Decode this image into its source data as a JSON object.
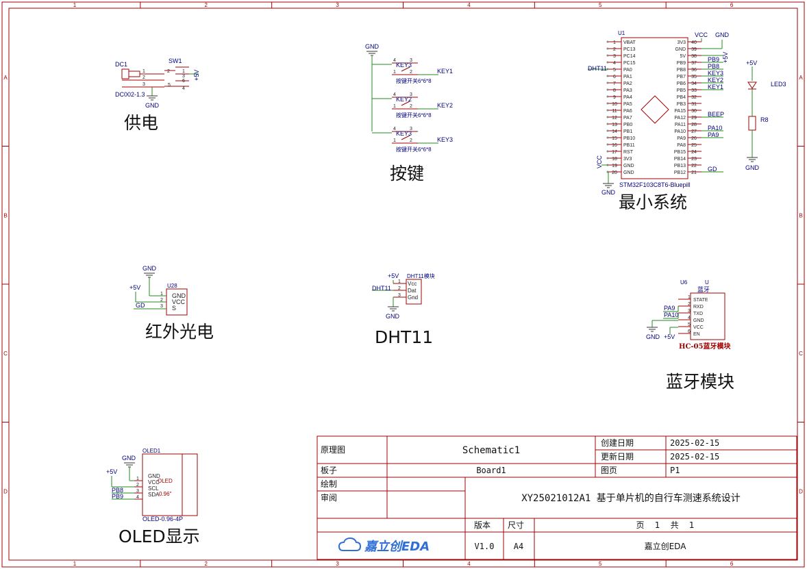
{
  "frame": {
    "columns": [
      "1",
      "2",
      "3",
      "4",
      "5",
      "6"
    ],
    "rows": [
      "A",
      "B",
      "C",
      "D"
    ]
  },
  "sections": {
    "power": "供电",
    "keys": "按键",
    "mcu": "最小系统",
    "ir": "红外光电",
    "dht": "DHT11",
    "bt": "蓝牙模块",
    "oled": "OLED显示"
  },
  "power_block": {
    "dc_ref": "DC1",
    "dc_part": "DC002-1.3",
    "sw_ref": "SW1",
    "gnd": "GND",
    "vcc": "+5V",
    "dc_pins": [
      "1",
      "2",
      "3"
    ],
    "sw_pins": [
      "2",
      "1",
      "3",
      "6",
      "5",
      "4"
    ]
  },
  "key_block": {
    "gnd": "GND",
    "keys": [
      {
        "ref": "KEY3",
        "net": "KEY1",
        "part": "按键开关6*6*8"
      },
      {
        "ref": "KEY2",
        "net": "KEY2",
        "part": "按键开关6*6*8"
      },
      {
        "ref": "KEY3",
        "net": "KEY3",
        "part": "按键开关6*6*8"
      }
    ],
    "pins": [
      "4",
      "3",
      "1",
      "2"
    ]
  },
  "mcu_block": {
    "ref": "U1",
    "part": "STM32F103C8T6-Bluepill",
    "vcc": "VCC",
    "gnd": "GND",
    "plus5": "+5V",
    "left_pins": [
      {
        "n": "1",
        "name": "VBAT",
        "net": ""
      },
      {
        "n": "2",
        "name": "PC13",
        "net": ""
      },
      {
        "n": "3",
        "name": "PC14",
        "net": ""
      },
      {
        "n": "4",
        "name": "PC15",
        "net": ""
      },
      {
        "n": "5",
        "name": "PA0",
        "net": "DHT11"
      },
      {
        "n": "6",
        "name": "PA1",
        "net": ""
      },
      {
        "n": "7",
        "name": "PA2",
        "net": ""
      },
      {
        "n": "8",
        "name": "PA3",
        "net": ""
      },
      {
        "n": "9",
        "name": "PA4",
        "net": ""
      },
      {
        "n": "10",
        "name": "PA5",
        "net": ""
      },
      {
        "n": "11",
        "name": "PA6",
        "net": ""
      },
      {
        "n": "12",
        "name": "PA7",
        "net": ""
      },
      {
        "n": "13",
        "name": "PB0",
        "net": ""
      },
      {
        "n": "14",
        "name": "PB1",
        "net": ""
      },
      {
        "n": "15",
        "name": "PB10",
        "net": ""
      },
      {
        "n": "16",
        "name": "PB11",
        "net": ""
      },
      {
        "n": "17",
        "name": "RST",
        "net": ""
      },
      {
        "n": "18",
        "name": "3V3",
        "net": ""
      },
      {
        "n": "19",
        "name": "GND",
        "net": ""
      },
      {
        "n": "20",
        "name": "GND",
        "net": ""
      }
    ],
    "right_pins": [
      {
        "n": "40",
        "name": "3V3",
        "net": ""
      },
      {
        "n": "39",
        "name": "GND",
        "net": ""
      },
      {
        "n": "38",
        "name": "5V",
        "net": ""
      },
      {
        "n": "37",
        "name": "PB9",
        "net": "PB9"
      },
      {
        "n": "36",
        "name": "PB8",
        "net": "PB8"
      },
      {
        "n": "35",
        "name": "PB7",
        "net": "KEY3"
      },
      {
        "n": "34",
        "name": "PB6",
        "net": "KEY2"
      },
      {
        "n": "33",
        "name": "PB5",
        "net": "KEY1"
      },
      {
        "n": "32",
        "name": "PB4",
        "net": ""
      },
      {
        "n": "31",
        "name": "PB3",
        "net": ""
      },
      {
        "n": "30",
        "name": "PA15",
        "net": ""
      },
      {
        "n": "29",
        "name": "PA12",
        "net": "BEEP"
      },
      {
        "n": "28",
        "name": "PA11",
        "net": ""
      },
      {
        "n": "27",
        "name": "PA10",
        "net": "PA10"
      },
      {
        "n": "26",
        "name": "PA9",
        "net": "PA9"
      },
      {
        "n": "25",
        "name": "PA8",
        "net": ""
      },
      {
        "n": "24",
        "name": "PB15",
        "net": ""
      },
      {
        "n": "23",
        "name": "PB14",
        "net": ""
      },
      {
        "n": "22",
        "name": "PB13",
        "net": ""
      },
      {
        "n": "21",
        "name": "PB12",
        "net": "GD"
      }
    ],
    "led_ref": "LED3",
    "res_ref": "R8"
  },
  "ir_block": {
    "ref": "U28",
    "gnd": "GND",
    "vcc": "+5V",
    "net": "GD",
    "pins": [
      {
        "n": "1",
        "name": "GND"
      },
      {
        "n": "2",
        "name": "VCC"
      },
      {
        "n": "3",
        "name": "S"
      }
    ]
  },
  "dht_block": {
    "title": "DHT11模块",
    "vcc": "+5V",
    "net": "DHT11",
    "gnd": "GND",
    "pins": [
      {
        "n": "1",
        "name": "Vcc"
      },
      {
        "n": "2",
        "name": "Dat"
      },
      {
        "n": "3",
        "name": "Gnd"
      }
    ]
  },
  "bt_block": {
    "ref": "U6",
    "u": "U",
    "name": "蓝牙",
    "part": "HC-05蓝牙模块",
    "gnd": "GND",
    "vcc": "+5V",
    "pins": [
      {
        "n": "1",
        "name": "STATE",
        "net": ""
      },
      {
        "n": "2",
        "name": "RXD",
        "net": "PA9"
      },
      {
        "n": "3",
        "name": "TXD",
        "net": "PA10"
      },
      {
        "n": "4",
        "name": "GND",
        "net": ""
      },
      {
        "n": "5",
        "name": "VCC",
        "net": ""
      },
      {
        "n": "6",
        "name": "EN",
        "net": ""
      }
    ]
  },
  "oled_block": {
    "ref": "OLED1",
    "part": "OLED-0.96-4P",
    "label1": "OLED",
    "label2": "0.96\"",
    "gnd": "GND",
    "vcc": "+5V",
    "pins": [
      {
        "n": "1",
        "name": "GND",
        "net": ""
      },
      {
        "n": "2",
        "name": "VCC",
        "net": ""
      },
      {
        "n": "3",
        "name": "SCL",
        "net": "PB8"
      },
      {
        "n": "4",
        "name": "SDA",
        "net": "PB9"
      }
    ]
  },
  "title_block": {
    "k_type": "原理图",
    "v_type": "Schematic1",
    "k_board": "板子",
    "v_board": "Board1",
    "k_draw": "绘制",
    "k_review": "审阅",
    "k_created": "创建日期",
    "v_created": "2025-02-15",
    "k_updated": "更新日期",
    "v_updated": "2025-02-15",
    "k_page": "图页",
    "v_page": "P1",
    "title": "XY25021012A1 基于单片机的自行车测速系统设计",
    "k_version": "版本",
    "v_version": "V1.0",
    "k_size": "尺寸",
    "v_size": "A4",
    "k_pages": "页    1    共    1",
    "logo": "嘉立创EDA",
    "company": "嘉立创EDA"
  }
}
